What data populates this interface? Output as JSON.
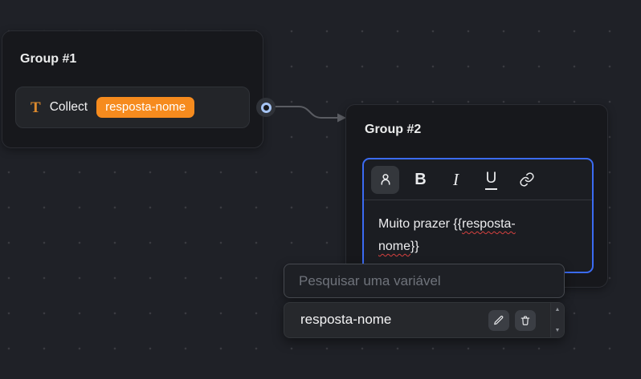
{
  "colors": {
    "canvas_bg": "#1f2127",
    "card_bg": "#17181c",
    "accent_orange": "#f68b1e",
    "accent_blue": "#3b6bf3",
    "squiggle_red": "#d6413f"
  },
  "group1": {
    "title": "Group #1",
    "block": {
      "type_icon": "T",
      "label": "Collect",
      "variable": "resposta-nome"
    }
  },
  "group2": {
    "title": "Group #2",
    "toolbar": {
      "bold": "B",
      "italic": "I",
      "underline": "U"
    },
    "message": {
      "prefix": "Muito prazer {{",
      "variable": "resposta-nome",
      "suffix": "}}"
    }
  },
  "variable_popup": {
    "search_placeholder": "Pesquisar uma variável",
    "items": [
      {
        "name": "resposta-nome"
      }
    ]
  }
}
